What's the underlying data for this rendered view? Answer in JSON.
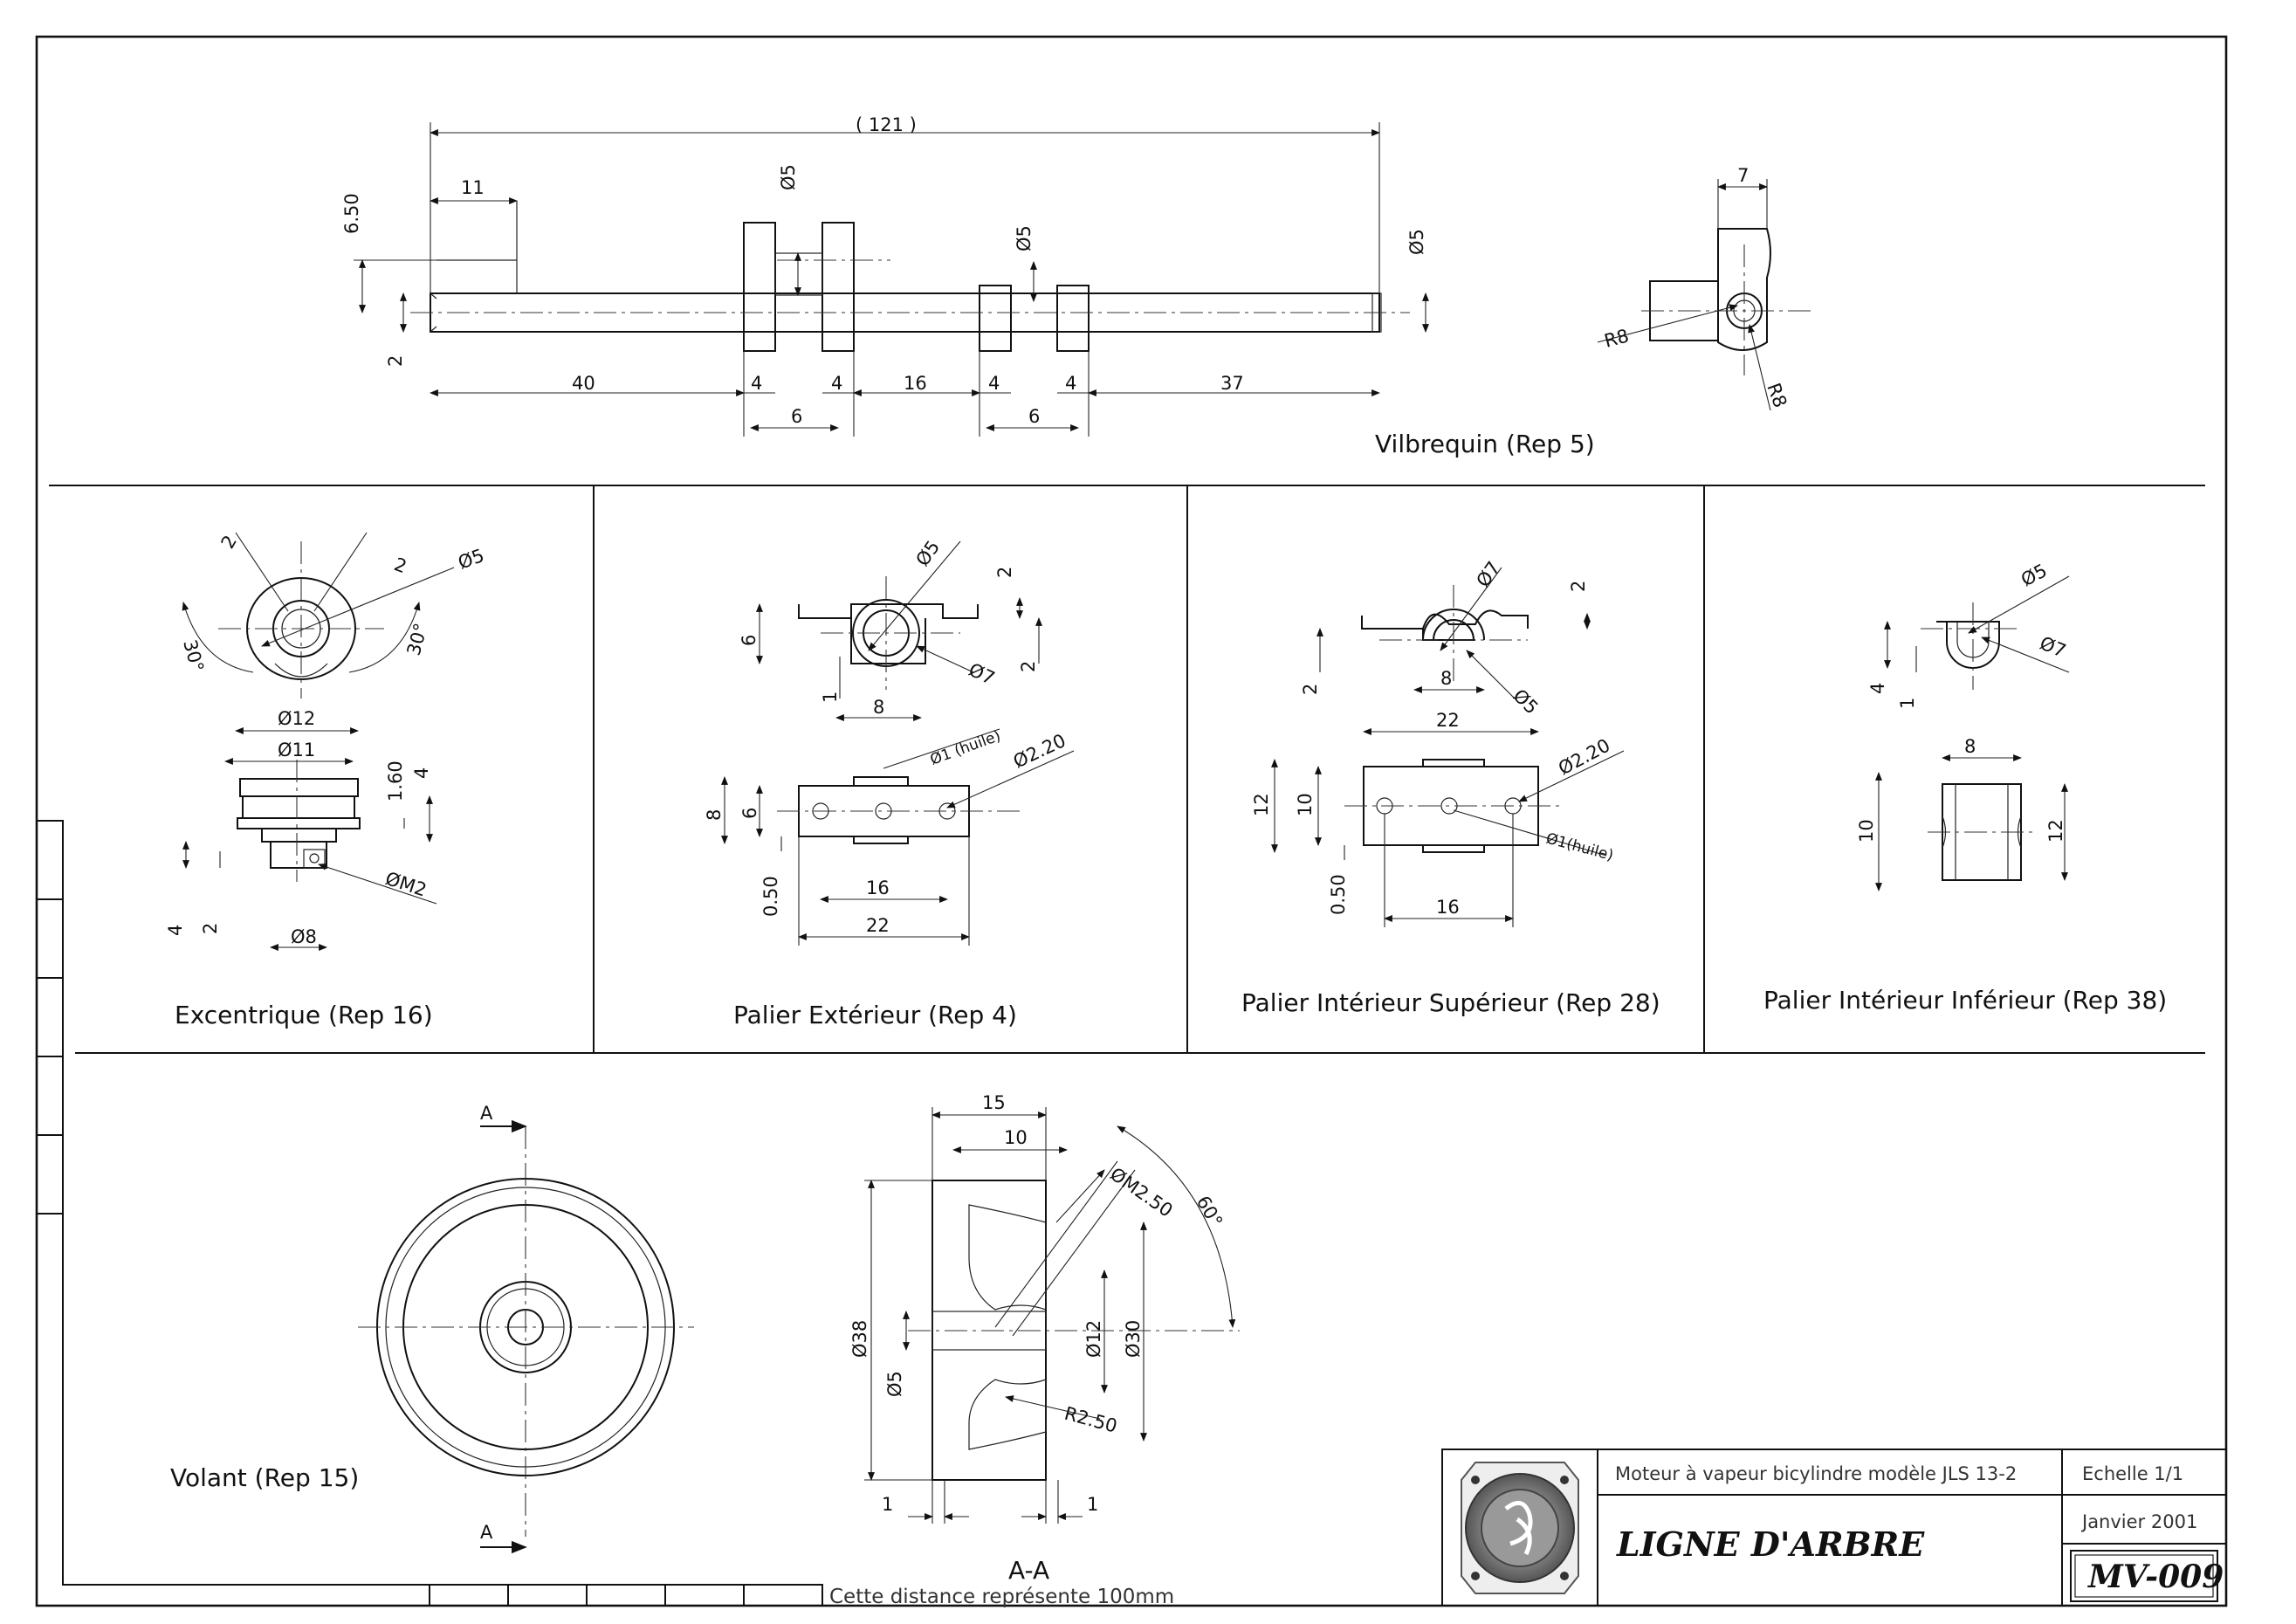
{
  "views": {
    "vilbrequin": {
      "title": "Vilbrequin (Rep 5)",
      "dims": [
        "( 121 )",
        "11",
        "6.50",
        "2",
        "Ø5",
        "Ø5",
        "Ø5",
        "40",
        "4",
        "4",
        "16",
        "4",
        "4",
        "37",
        "6",
        "6",
        "7",
        "R8",
        "R8"
      ]
    },
    "excentrique": {
      "title": "Excentrique (Rep 16)",
      "dims": [
        "2",
        "2",
        "Ø5",
        "30°",
        "30°",
        "Ø12",
        "Ø11",
        "1.60",
        "4",
        "ØM2",
        "4",
        "2",
        "Ø8"
      ]
    },
    "palier_ext": {
      "title": "Palier Extérieur (Rep 4)",
      "dims": [
        "Ø5",
        "2",
        "6",
        "Ø7",
        "2",
        "1",
        "8",
        "Ø1 (huile)",
        "Ø2.20",
        "8",
        "6",
        "0.50",
        "16",
        "22"
      ]
    },
    "palier_int_sup": {
      "title": "Palier Intérieur Supérieur (Rep 28)",
      "dims": [
        "Ø7",
        "2",
        "2",
        "8",
        "Ø5",
        "22",
        "Ø2.20",
        "12",
        "10",
        "Ø1(huile)",
        "0.50",
        "16"
      ]
    },
    "palier_int_inf": {
      "title": "Palier Intérieur Inférieur (Rep 38)",
      "dims": [
        "Ø5",
        "Ø7",
        "4",
        "1",
        "8",
        "10",
        "12"
      ]
    },
    "volant": {
      "title": "Volant (Rep 15)",
      "section_marker": "A",
      "section_title": "A-A",
      "dims": [
        "15",
        "10",
        "ØM2.50",
        "60°",
        "Ø38",
        "Ø12",
        "Ø30",
        "Ø5",
        "R2.50",
        "1",
        "1"
      ]
    }
  },
  "note": "Cette distance représente 100mm",
  "title_block": {
    "project": "Moteur à vapeur bicylindre modèle JLS 13-2",
    "scale": "Echelle 1/1",
    "date": "Janvier 2001",
    "drawing_title": "LIGNE D'ARBRE",
    "code": "MV-009",
    "logo_icon": "logo-seal-icon"
  }
}
